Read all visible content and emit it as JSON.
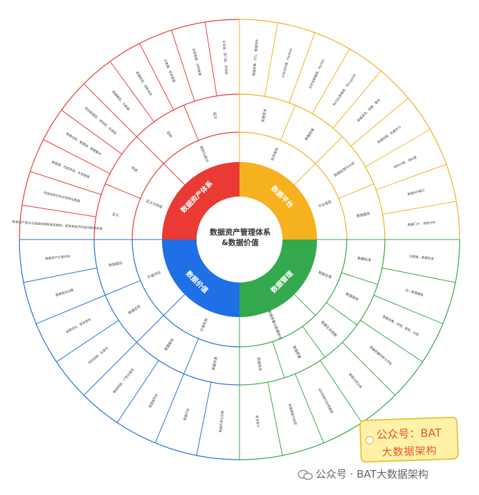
{
  "center": {
    "line1": "数据资产管理体系",
    "line2": "&数据价值"
  },
  "colors": {
    "red": "#ea3a33",
    "yellow": "#f6b11f",
    "green": "#34a84c",
    "blue": "#1f6fe6"
  },
  "quadrants": [
    {
      "key": "red",
      "label": "数据资产体系"
    },
    {
      "key": "yellow",
      "label": "数据平台"
    },
    {
      "key": "green",
      "label": "数据管理"
    },
    {
      "key": "blue",
      "label": "数据价值"
    }
  ],
  "inner_ring_labels": [
    {
      "key": "red",
      "text": "定义与构成"
    },
    {
      "key": "red",
      "text": "结构与层次"
    },
    {
      "key": "yellow",
      "text": "技术架构"
    },
    {
      "key": "yellow",
      "text": "平台组成"
    },
    {
      "key": "green",
      "text": "数据治理"
    },
    {
      "key": "green",
      "text": "数据质量与数据安全"
    },
    {
      "key": "blue",
      "text": "价值实现"
    },
    {
      "key": "blue",
      "text": "价值评估"
    }
  ],
  "middle_ring_labels": [
    {
      "key": "red",
      "text": "定义"
    },
    {
      "key": "red",
      "text": "构成"
    },
    {
      "key": "red",
      "text": "结构"
    },
    {
      "key": "red",
      "text": "层次"
    },
    {
      "key": "yellow",
      "text": "关键技术"
    },
    {
      "key": "yellow",
      "text": "数据存储"
    },
    {
      "key": "yellow",
      "text": "数据处理与分析"
    },
    {
      "key": "yellow",
      "text": "数据服务"
    },
    {
      "key": "green",
      "text": "数据标准"
    },
    {
      "key": "green",
      "text": "数据架构"
    },
    {
      "key": "green",
      "text": "数据生命周期"
    },
    {
      "key": "green",
      "text": "数据质量"
    },
    {
      "key": "green",
      "text": "数据安全"
    },
    {
      "key": "blue",
      "text": "数据共享"
    },
    {
      "key": "blue",
      "text": "数据服务"
    },
    {
      "key": "blue",
      "text": "数据应用"
    },
    {
      "key": "blue",
      "text": "数据驱动"
    }
  ],
  "outer_ring_labels": [
    {
      "key": "red",
      "text": "数据资产是企业或组织拥有或控制的，能带来经济利益的数据资源"
    },
    {
      "key": "red",
      "text": "包括结构化和非结构化数据"
    },
    {
      "key": "red",
      "text": "数据源、内部系统、外部数据"
    },
    {
      "key": "red",
      "text": "数据仓库、数据湖、数据集市"
    },
    {
      "key": "red",
      "text": "原始数据层、清洗层、应用层"
    },
    {
      "key": "red",
      "text": "数据模型、元数据"
    },
    {
      "key": "red",
      "text": "数据标签、指标体系"
    },
    {
      "key": "red",
      "text": "主数据、参考数据"
    },
    {
      "key": "red",
      "text": "业务数据、分析数据"
    },
    {
      "key": "red",
      "text": "企业级、部门级、项目级"
    },
    {
      "key": "yellow",
      "text": "数据采集、ETL、数据同步"
    },
    {
      "key": "yellow",
      "text": "分布式存储、Hadoop"
    },
    {
      "key": "yellow",
      "text": "关系型数据库、MySQL"
    },
    {
      "key": "yellow",
      "text": "NoSQL数据库、MongoDB"
    },
    {
      "key": "yellow",
      "text": "数据清洗、转换、整合"
    },
    {
      "key": "yellow",
      "text": "数据挖掘、机器学习"
    },
    {
      "key": "yellow",
      "text": "实时计算、流处理"
    },
    {
      "key": "yellow",
      "text": "数据API接口"
    },
    {
      "key": "yellow",
      "text": "数据门户、自助分析"
    },
    {
      "key": "green",
      "text": "元数据、数据标准"
    },
    {
      "key": "green",
      "text": "统一数据模型"
    },
    {
      "key": "green",
      "text": "数据采集、存储、使用、归档"
    },
    {
      "key": "green",
      "text": "数据质量检查与评估"
    },
    {
      "key": "green",
      "text": "数据分级分类"
    },
    {
      "key": "green",
      "text": "访问控制与权限管理"
    },
    {
      "key": "green",
      "text": "数据脱敏与加密"
    },
    {
      "key": "green",
      "text": "安全审计"
    },
    {
      "key": "blue",
      "text": "数据共享与交换"
    },
    {
      "key": "blue",
      "text": "数据开放"
    },
    {
      "key": "blue",
      "text": "数据服务化"
    },
    {
      "key": "blue",
      "text": "精准营销、个性化推荐"
    },
    {
      "key": "blue",
      "text": "风险控制、反欺诈"
    },
    {
      "key": "blue",
      "text": "运营优化、降本增效"
    },
    {
      "key": "blue",
      "text": "数据驱动决策"
    },
    {
      "key": "blue",
      "text": "数据资产价值评估"
    }
  ],
  "badge": {
    "line1": "公众号：BAT",
    "line2": "大数据架构"
  },
  "watermark": "公众号 · BAT大数据架构"
}
